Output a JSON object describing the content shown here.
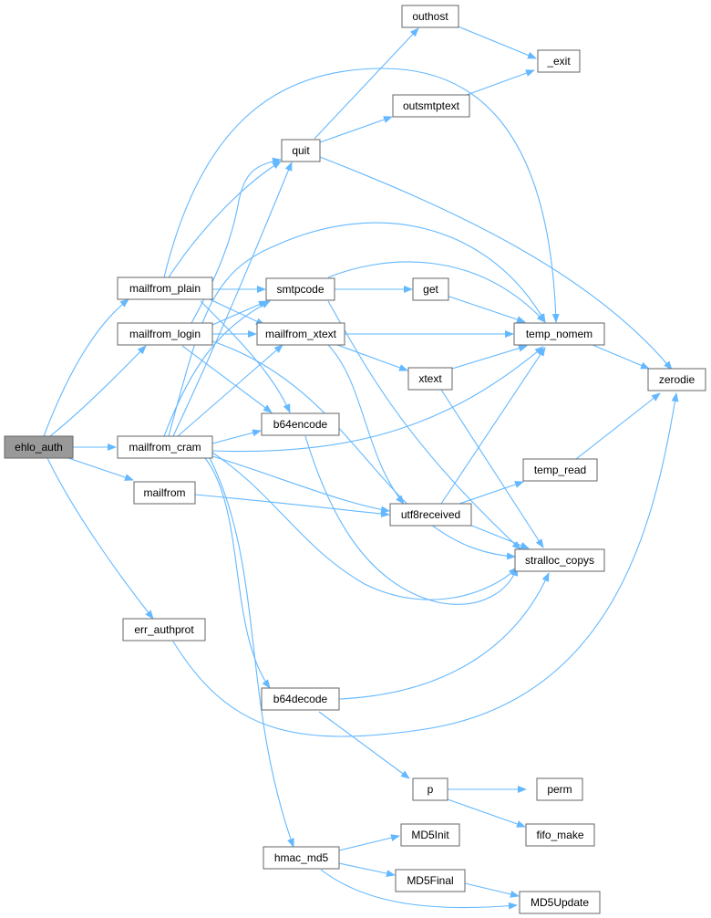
{
  "graph": {
    "edge_color": "#63b8ff",
    "node_border_color": "#666666",
    "root_fill_color": "#999999",
    "nodes": {
      "ehlo_auth": "ehlo_auth",
      "mailfrom_plain": "mailfrom_plain",
      "mailfrom_login": "mailfrom_login",
      "mailfrom_cram": "mailfrom_cram",
      "mailfrom": "mailfrom",
      "err_authprot": "err_authprot",
      "quit": "quit",
      "outhost": "outhost",
      "outsmtptext": "outsmtptext",
      "exit": "_exit",
      "smtpcode": "smtpcode",
      "mailfrom_xtext": "mailfrom_xtext",
      "b64encode": "b64encode",
      "get": "get",
      "temp_nomem": "temp_nomem",
      "xtext": "xtext",
      "zerodie": "zerodie",
      "temp_read": "temp_read",
      "utf8received": "utf8received",
      "stralloc_copys": "stralloc_copys",
      "b64decode": "b64decode",
      "p": "p",
      "perm": "perm",
      "fifo_make": "fifo_make",
      "hmac_md5": "hmac_md5",
      "MD5Init": "MD5Init",
      "MD5Final": "MD5Final",
      "MD5Update": "MD5Update"
    }
  }
}
